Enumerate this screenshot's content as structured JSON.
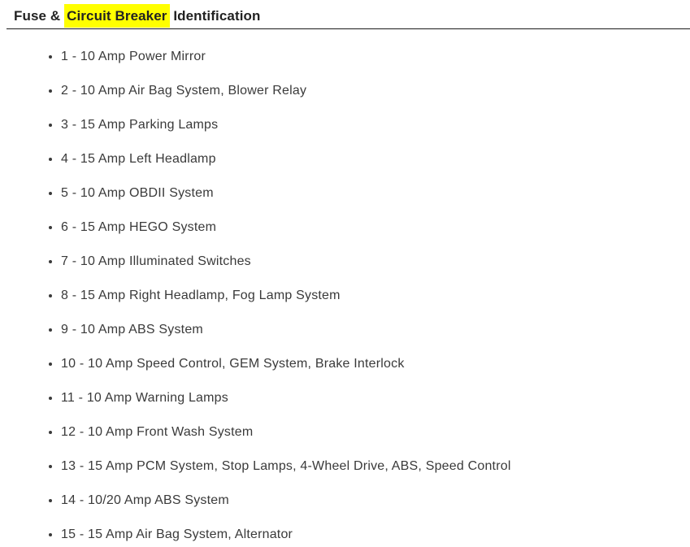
{
  "page": {
    "heading": {
      "prefix": "Fuse & ",
      "highlight": "Circuit Breaker",
      "suffix": " Identification"
    },
    "fuse_list": [
      "1 - 10 Amp Power Mirror",
      "2 - 10 Amp Air Bag System, Blower Relay",
      "3 - 15 Amp Parking Lamps",
      "4 - 15 Amp Left Headlamp",
      "5 - 10 Amp OBDII System",
      "6 - 15 Amp HEGO System",
      "7 - 10 Amp Illuminated Switches",
      "8 - 15 Amp Right Headlamp, Fog Lamp System",
      "9 - 10 Amp ABS System",
      "10 - 10 Amp Speed Control, GEM System, Brake Interlock",
      "11 - 10 Amp Warning Lamps",
      "12 - 10 Amp Front Wash System",
      "13 - 15 Amp PCM System, Stop Lamps, 4-Wheel Drive, ABS, Speed Control",
      "14 - 10/20 Amp ABS System",
      "15 - 15 Amp Air Bag System, Alternator"
    ],
    "colors": {
      "highlight": "#ffff00",
      "heading_text": "#222222",
      "list_text": "#3a3a3a",
      "rule": "#1a1a1a",
      "background": "#ffffff"
    }
  }
}
